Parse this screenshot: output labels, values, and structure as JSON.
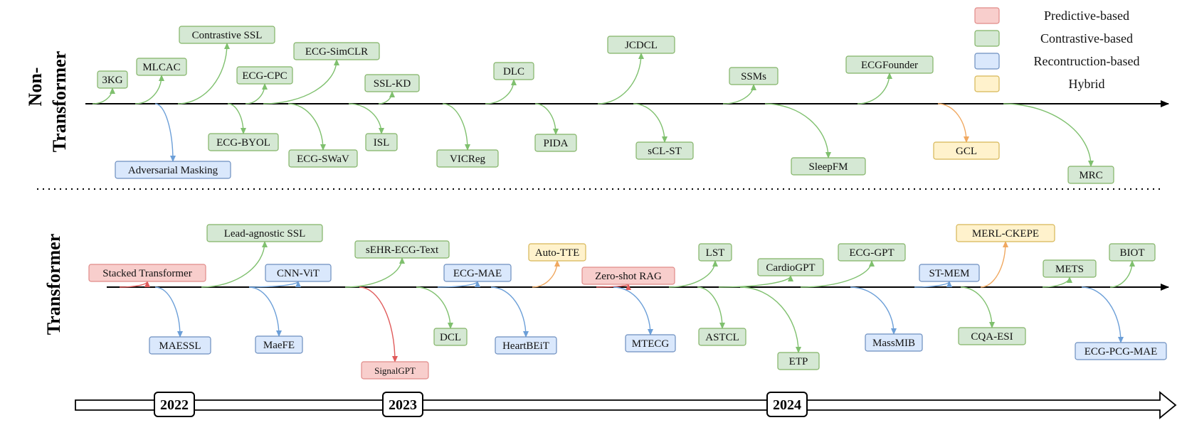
{
  "legend": [
    {
      "key": "pred",
      "label": "Predictive-based",
      "fill": "#f8cecc",
      "stroke": "#e08a88"
    },
    {
      "key": "contr",
      "label": "Contrastive-based",
      "fill": "#d5e8d4",
      "stroke": "#82b366"
    },
    {
      "key": "recon",
      "label": "Recontruction-based",
      "fill": "#dae8fc",
      "stroke": "#6c8ebf"
    },
    {
      "key": "hybrid",
      "label": "Hybrid",
      "fill": "#fff2cc",
      "stroke": "#d6b656"
    }
  ],
  "edge_colors": {
    "pred": "#e05b5b",
    "contr": "#7fc06e",
    "recon": "#6c9fd8",
    "hybrid": "#f0a860"
  },
  "rows": {
    "non_transformer": {
      "label_line1": "Non-",
      "label_line2": "Transformer"
    },
    "transformer": {
      "label": "Transformer"
    }
  },
  "years": [
    "2022",
    "2023",
    "2024"
  ],
  "non_transformer_nodes": [
    {
      "label": "3KG",
      "type": "contr"
    },
    {
      "label": "MLCAC",
      "type": "contr"
    },
    {
      "label": "Adversarial Masking",
      "type": "recon"
    },
    {
      "label": "Contrastive SSL",
      "type": "contr"
    },
    {
      "label": "ECG-CPC",
      "type": "contr"
    },
    {
      "label": "ECG-BYOL",
      "type": "contr"
    },
    {
      "label": "ECG-SimCLR",
      "type": "contr"
    },
    {
      "label": "ECG-SWaV",
      "type": "contr"
    },
    {
      "label": "SSL-KD",
      "type": "contr"
    },
    {
      "label": "ISL",
      "type": "contr"
    },
    {
      "label": "VICReg",
      "type": "contr"
    },
    {
      "label": "DLC",
      "type": "contr"
    },
    {
      "label": "PIDA",
      "type": "contr"
    },
    {
      "label": "JCDCL",
      "type": "contr"
    },
    {
      "label": "sCL-ST",
      "type": "contr"
    },
    {
      "label": "SSMs",
      "type": "contr"
    },
    {
      "label": "SleepFM",
      "type": "contr"
    },
    {
      "label": "ECGFounder",
      "type": "contr"
    },
    {
      "label": "GCL",
      "type": "hybrid"
    },
    {
      "label": "MRC",
      "type": "contr"
    }
  ],
  "transformer_nodes": [
    {
      "label": "Stacked Transformer",
      "type": "pred"
    },
    {
      "label": "MAESSL",
      "type": "recon"
    },
    {
      "label": "Lead-agnostic SSL",
      "type": "contr"
    },
    {
      "label": "CNN-ViT",
      "type": "recon"
    },
    {
      "label": "MaeFE",
      "type": "recon"
    },
    {
      "label": "sEHR-ECG-Text",
      "type": "contr"
    },
    {
      "label": "SignalGPT",
      "type": "pred"
    },
    {
      "label": "DCL",
      "type": "contr"
    },
    {
      "label": "ECG-MAE",
      "type": "recon"
    },
    {
      "label": "HeartBEiT",
      "type": "recon"
    },
    {
      "label": "Auto-TTE",
      "type": "hybrid"
    },
    {
      "label": "Zero-shot RAG",
      "type": "pred"
    },
    {
      "label": "MTECG",
      "type": "recon"
    },
    {
      "label": "LST",
      "type": "contr"
    },
    {
      "label": "ASTCL",
      "type": "contr"
    },
    {
      "label": "CardioGPT",
      "type": "contr"
    },
    {
      "label": "ETP",
      "type": "contr"
    },
    {
      "label": "ECG-GPT",
      "type": "contr"
    },
    {
      "label": "ST-MEM",
      "type": "recon"
    },
    {
      "label": "MassMIB",
      "type": "recon"
    },
    {
      "label": "MERL-CKEPE",
      "type": "hybrid"
    },
    {
      "label": "CQA-ESI",
      "type": "contr"
    },
    {
      "label": "METS",
      "type": "contr"
    },
    {
      "label": "BIOT",
      "type": "contr"
    },
    {
      "label": "ECG-PCG-MAE",
      "type": "recon"
    }
  ]
}
